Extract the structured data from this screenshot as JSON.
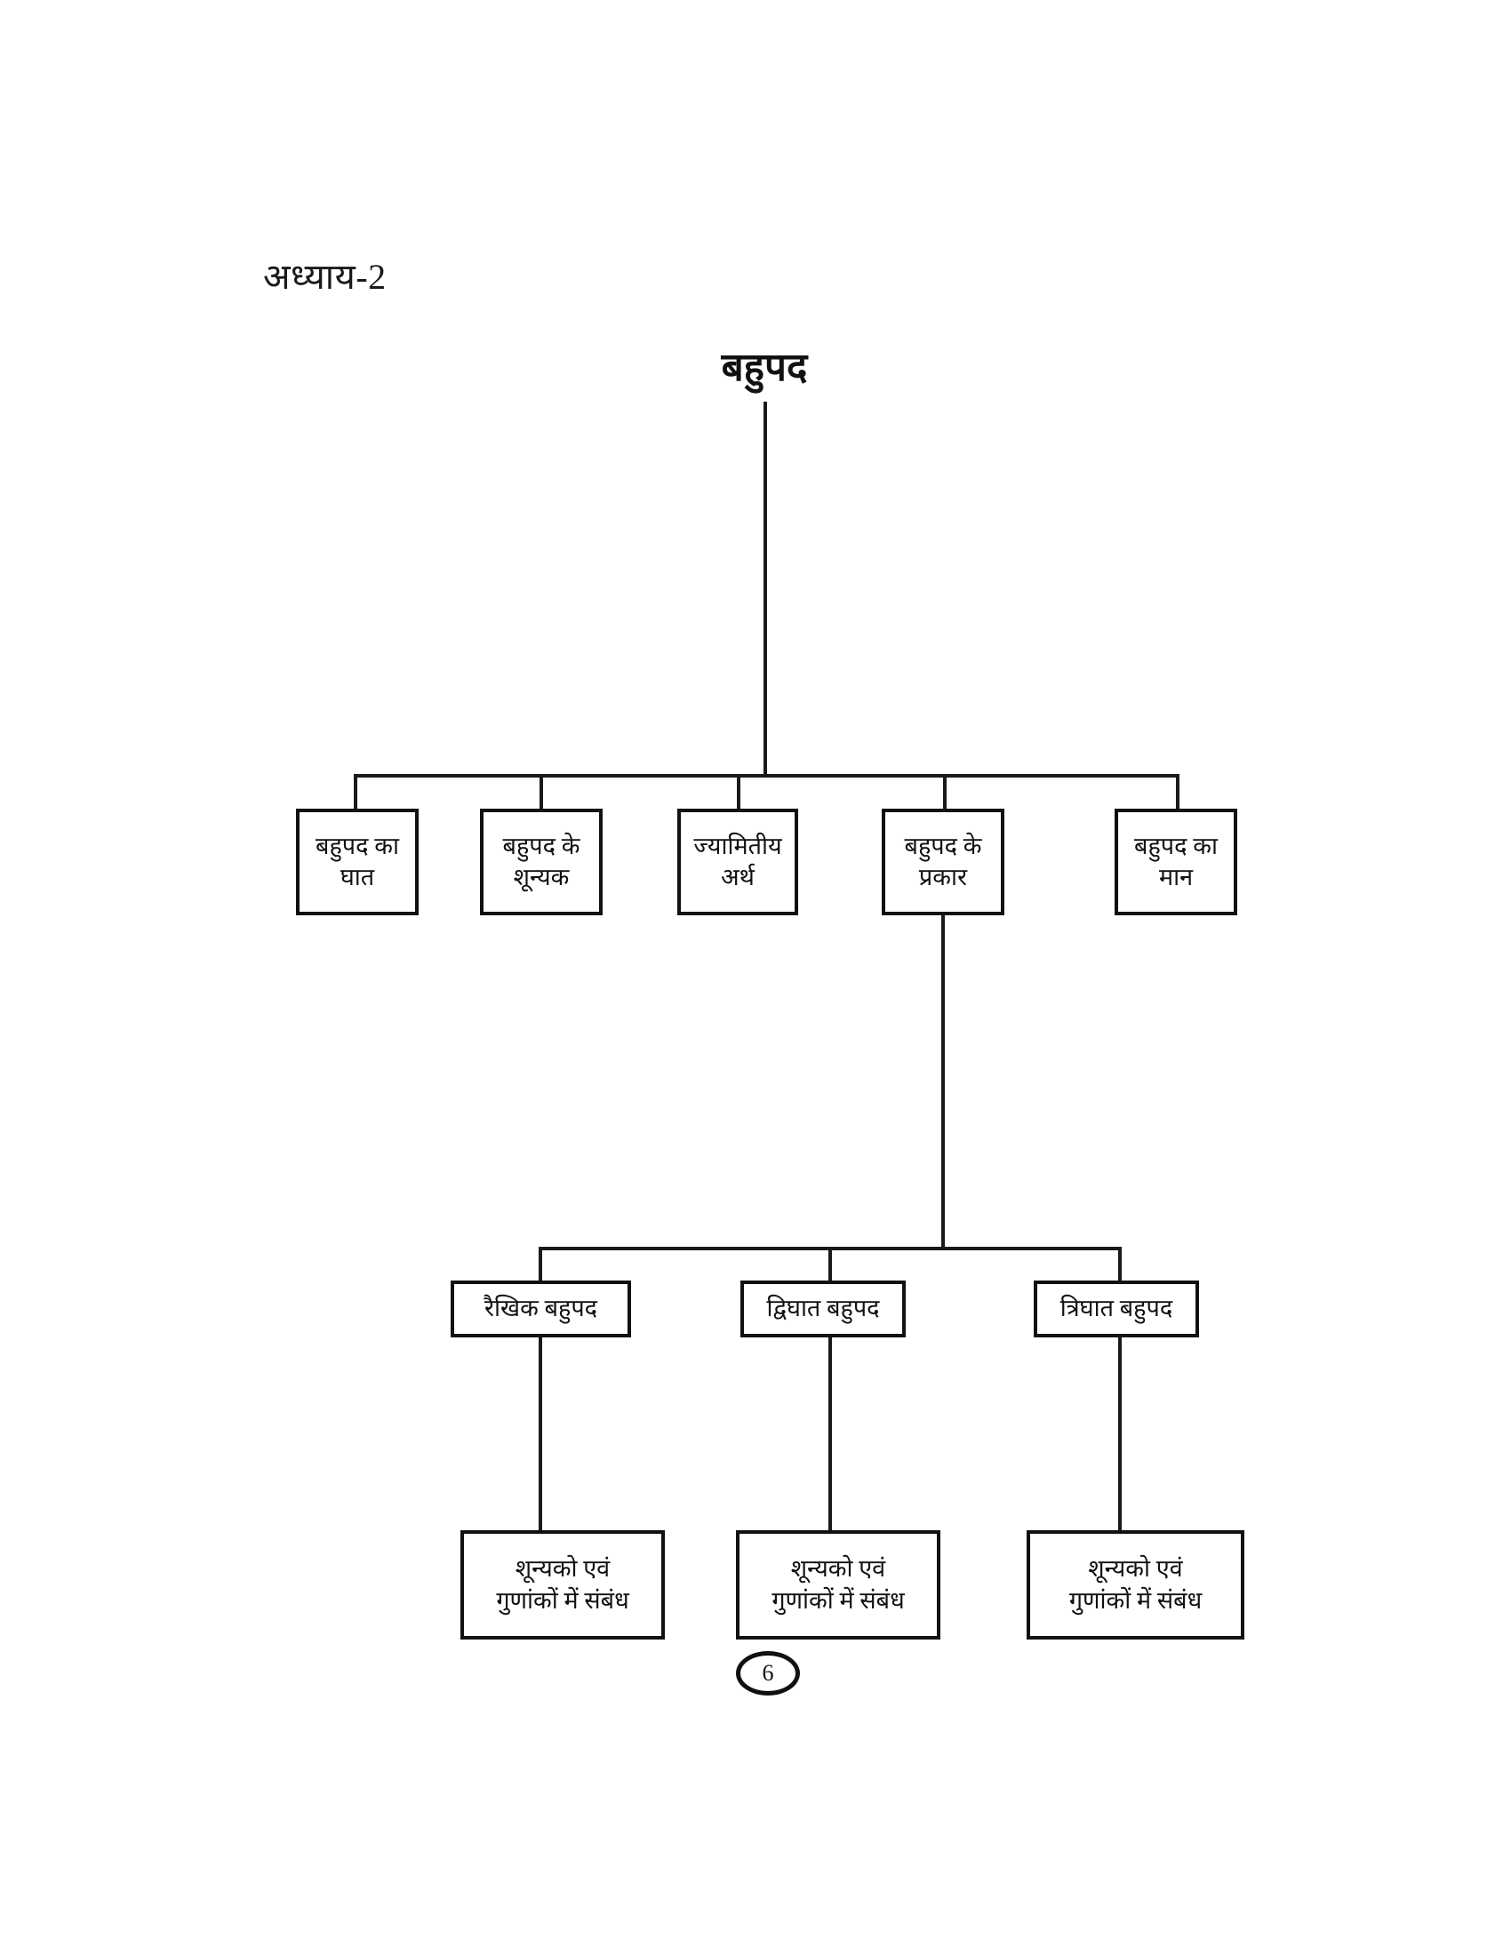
{
  "document": {
    "chapter_label": "अध्याय-2",
    "page_number": "6"
  },
  "diagram": {
    "type": "tree",
    "root": {
      "label": "बहुपद"
    },
    "level1": [
      {
        "line1": "बहुपद का",
        "line2": "घात"
      },
      {
        "line1": "बहुपद के",
        "line2": "शून्यक"
      },
      {
        "line1": "ज्यामितीय",
        "line2": "अर्थ"
      },
      {
        "line1": "बहुपद के",
        "line2": "प्रकार"
      },
      {
        "line1": "बहुपद का",
        "line2": "मान"
      }
    ],
    "level2": [
      {
        "line1": "रैखिक बहुपद"
      },
      {
        "line1": "द्विघात बहुपद"
      },
      {
        "line1": "त्रिघात बहुपद"
      }
    ],
    "level3": [
      {
        "line1": "शून्यको एवं",
        "line2": "गुणांकों में संबंध"
      },
      {
        "line1": "शून्यको एवं",
        "line2": "गुणांकों में संबंध"
      },
      {
        "line1": "शून्यको एवं",
        "line2": "गुणांकों में संबंध"
      }
    ],
    "colors": {
      "ink": "#111111",
      "paper": "#ffffff"
    }
  }
}
